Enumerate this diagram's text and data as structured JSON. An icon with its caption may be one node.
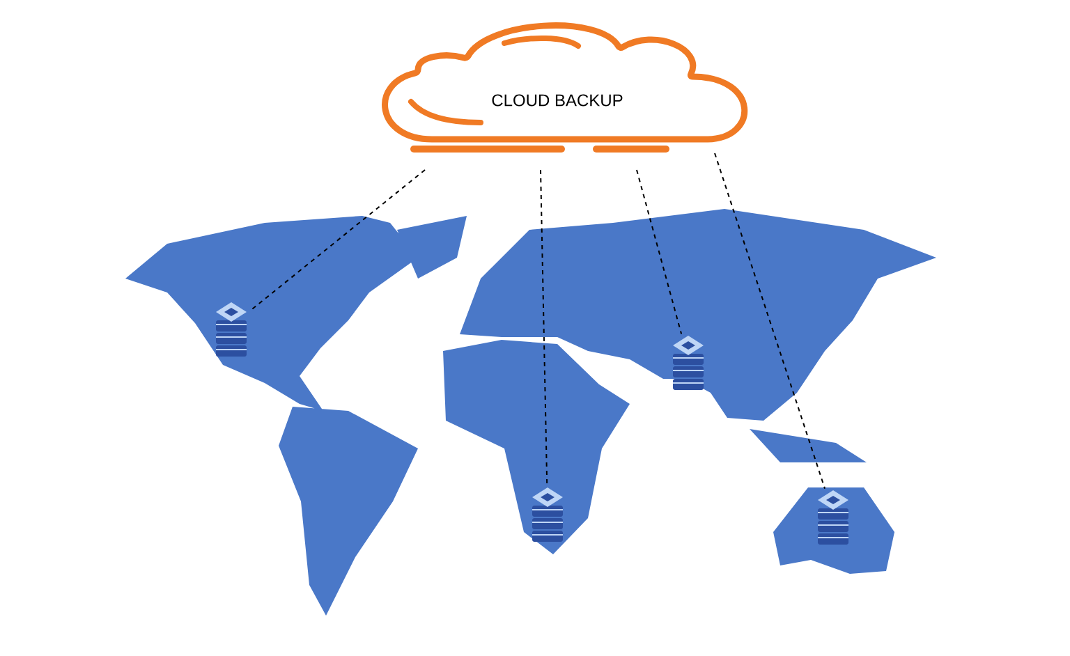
{
  "diagram": {
    "nodes": [
      {
        "text": [
          "CLOUD BACKUP"
        ]
      },
      {
        "text": [],
        "shape": "picture"
      },
      {
        "text": [],
        "shape": "picture"
      },
      {
        "text": [],
        "shape": "picture"
      },
      {
        "text": [],
        "shape": "picture"
      }
    ],
    "edges": [
      {
        "from": 0,
        "to": 1,
        "arrow": "none",
        "style": "dashed"
      },
      {
        "from": 0,
        "to": 2,
        "arrow": "none",
        "style": "dashed"
      },
      {
        "from": 0,
        "to": 3,
        "arrow": "none",
        "style": "dashed"
      },
      {
        "from": 0,
        "to": 4,
        "arrow": "none",
        "style": "dashed"
      }
    ]
  }
}
